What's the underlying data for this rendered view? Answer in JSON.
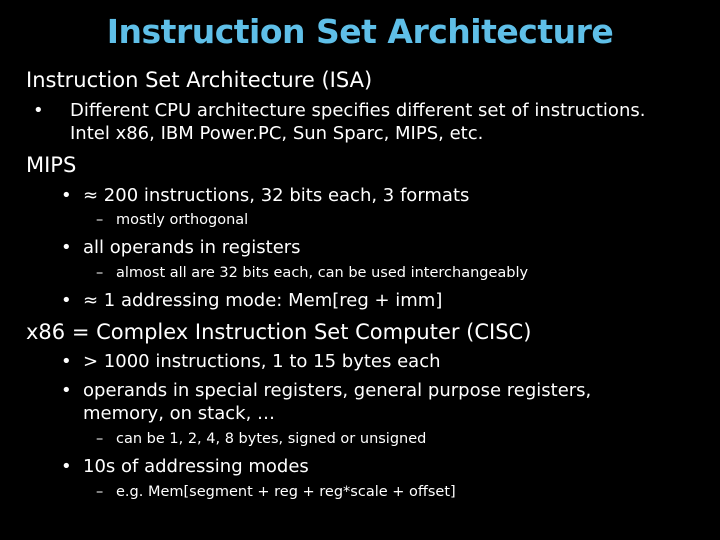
{
  "title": "Instruction Set Architecture",
  "bullet_glyph": "•",
  "dash_glyph": "–",
  "isa": {
    "heading": "Instruction Set Architecture (ISA)",
    "item1_line1": "Different CPU architecture specifies different set of instructions.",
    "item1_line2": "Intel x86, IBM Power.PC, Sun Sparc, MIPS, etc."
  },
  "mips": {
    "heading": "MIPS",
    "b1": "≈ 200 instructions, 32 bits each, 3 formats",
    "b1_sub": "mostly orthogonal",
    "b2": "all operands in registers",
    "b2_sub": "almost all are 32 bits each, can be used interchangeably",
    "b3": "≈ 1 addressing mode: Mem[reg + imm]"
  },
  "x86": {
    "heading": "x86 = Complex Instruction Set Computer (CISC)",
    "b1": "> 1000 instructions, 1 to 15 bytes each",
    "b2_line1": "operands in special registers,  general purpose registers,",
    "b2_line2": "memory, on stack, …",
    "b2_sub": "can be 1, 2, 4, 8 bytes, signed or unsigned",
    "b3": "10s of addressing modes",
    "b3_sub": "e.g.  Mem[segment + reg + reg*scale + offset]"
  }
}
